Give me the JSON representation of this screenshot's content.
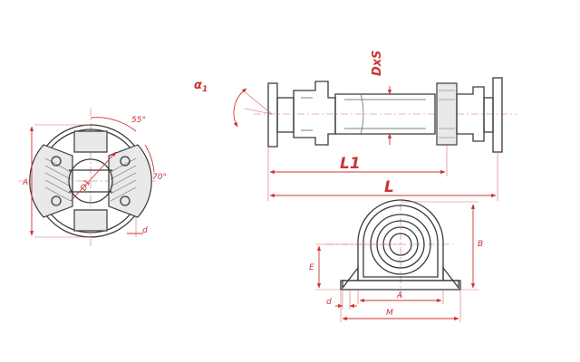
{
  "labels": {
    "alpha": "α",
    "alpha_sub": "1",
    "dxs": "DxS",
    "l1": "L1",
    "l": "L",
    "angle_55": "55°",
    "angle_70": "70°",
    "dim_a_left": "A",
    "dim_d1": "D1",
    "dim_d_left": "d",
    "dim_b": "B",
    "dim_e": "E",
    "dim_a_bottom": "A",
    "dim_d_bottom": "d",
    "dim_m": "M"
  },
  "colors": {
    "ink": "#3a3a3a",
    "dimension": "#cc3333"
  }
}
